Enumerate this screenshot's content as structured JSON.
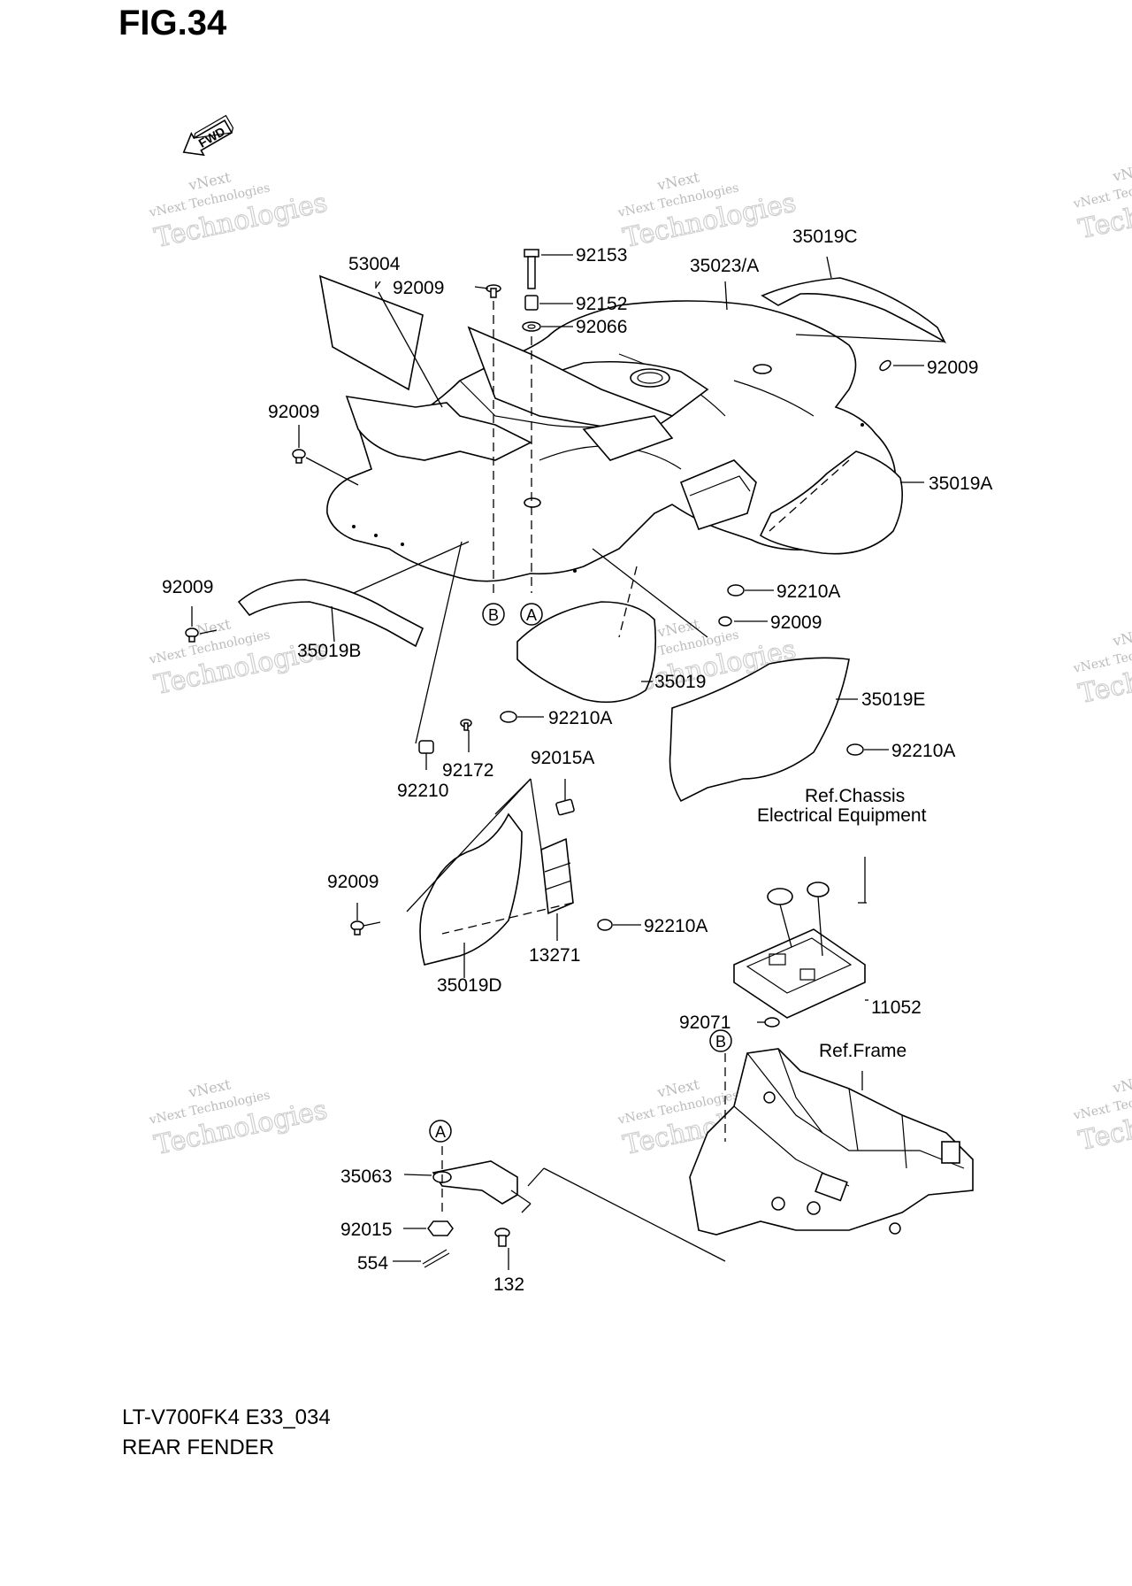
{
  "figure": {
    "title": "FIG.34",
    "model_code": "LT-V700FK4 E33_034",
    "section_name": "REAR FENDER"
  },
  "watermark": {
    "line1": "vNext",
    "line2": "vNext Technologies",
    "line3": "Technologies"
  },
  "fwd_arrow": {
    "text": "FWD"
  },
  "callouts": {
    "a": "A",
    "b": "B"
  },
  "part_labels": {
    "p53004": "53004",
    "p92009_top": "92009",
    "p92153": "92153",
    "p92152": "92152",
    "p92066": "92066",
    "p35023": "35023/A",
    "p35019c": "35019C",
    "p92009_right": "92009",
    "p92009_left": "92009",
    "p35019a": "35019A",
    "p92009_b": "92009",
    "p35019b": "35019B",
    "p92210a_1": "92210A",
    "p92009_mid": "92009",
    "p35019": "35019",
    "p35019e": "35019E",
    "p92210a_2": "92210A",
    "p92210a_3": "92210A",
    "p92172": "92172",
    "p92210": "92210",
    "p92015a": "92015A",
    "p92009_d": "92009",
    "p92210a_4": "92210A",
    "p13271": "13271",
    "p35019d": "35019D",
    "p11052": "11052",
    "p92071": "92071",
    "p35063": "35063",
    "p92015": "92015",
    "p554": "554",
    "p132": "132"
  },
  "reference_labels": {
    "chassis_line1": "Ref.Chassis",
    "chassis_line2": "Electrical Equipment",
    "frame": "Ref.Frame"
  }
}
